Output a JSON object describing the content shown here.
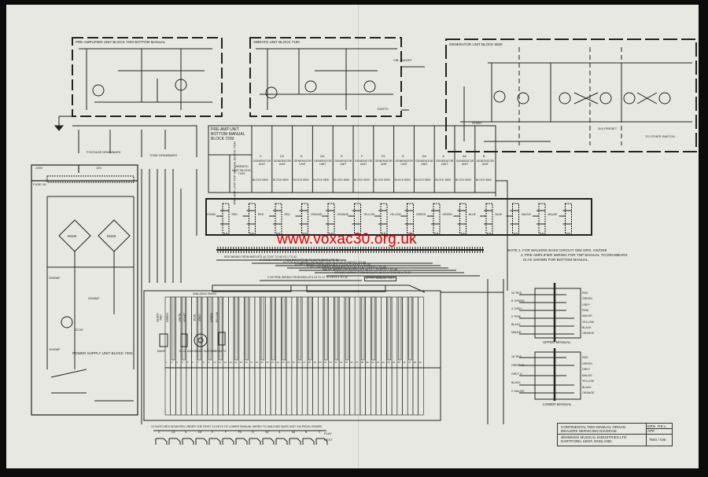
{
  "watermark": "www.voxac30.org.uk",
  "blocks": {
    "preamp": "PRE-AMPLIFIER UNIT BLOCK 7200 BOTTOM MANUAL",
    "vibrato": "VIBRATO UNIT BLOCK 7100",
    "generator": "GENERATOR UNIT BLOCK 6500",
    "preamp_bottom": "PRE-AMP UNIT BOTTOM MANUAL BLOCK 7200",
    "preamp_top": "PRE-AMP UNIT TOP MANUAL BLOCK 7200",
    "vibrato_unit": "VIBRATO UNIT BLOCK 7100",
    "power_supply": "POWER SUPPLY UNIT BLOCK 7300",
    "footage_drawbars": "FOOTAGE DRAWBARS",
    "tone_drawbars": "TONE DRAWBARS",
    "vib_on_off": "VIB. ON/OFF",
    "earth": "EARTH",
    "to_other_switches": "TO OTHER SWITCH...",
    "preset": "2K0 PRESET",
    "start": "START"
  },
  "generator_units": [
    {
      "note": "C",
      "label": "GENERATOR UNIT",
      "block": "BLOCK 6500"
    },
    {
      "note": "C#",
      "label": "GENERATOR UNIT",
      "block": "BLOCK 6500"
    },
    {
      "note": "D",
      "label": "GENERATOR UNIT",
      "block": "BLOCK 6500"
    },
    {
      "note": "D#",
      "label": "GENERATOR UNIT",
      "block": "BLOCK 6500"
    },
    {
      "note": "E",
      "label": "GENERATOR UNIT",
      "block": "BLOCK 6500"
    },
    {
      "note": "F",
      "label": "GENERATOR UNIT",
      "block": "BLOCK 6500"
    },
    {
      "note": "F#",
      "label": "GENERATOR UNIT",
      "block": "BLOCK 6500"
    },
    {
      "note": "G",
      "label": "GENERATOR UNIT",
      "block": "BLOCK 6500"
    },
    {
      "note": "G#",
      "label": "GENERATOR UNIT",
      "block": "BLOCK 6500"
    },
    {
      "note": "A",
      "label": "GENERATOR UNIT",
      "block": "BLOCK 6500"
    },
    {
      "note": "A#",
      "label": "GENERATOR UNIT",
      "block": "BLOCK 6500"
    },
    {
      "note": "B",
      "label": "GENERATOR UNIT",
      "block": "BLOCK 6500"
    }
  ],
  "drawbars": [
    "BROWN",
    "RED",
    "RED",
    "RED",
    "ORANGE",
    "ORANGE",
    "YELLOW",
    "YELLOW",
    "GREEN",
    "GREEN",
    "BLUE",
    "BLUE",
    "MAUVE",
    "MAUVE"
  ],
  "notes": [
    "NOTE 1. FOR WALKING BASS CIRCUIT SEE DRG. OS/OR5",
    "2. PRE-AMPLIFIER WIRING FOR TOP MANUAL TO DRAWBARS",
    "IS AS SHOWN FOR BOTTOM MANUAL."
  ],
  "wiring": [
    "RED WIRING FROM BISCUITS 44 TO B7 TO KEYS 1 TO 42",
    "8' GREEN WIRING FROM BISCUITS 25 TO 48 TO KEYS 1 TO 48",
    "5 1/3' BLACK WIRING FROM BISCUITS 30 TO 10 TO KEYS 1 TO 48",
    "4' GREY WIRING FROM BISCUITS 37 TO A TO KEYS 1 TO 48",
    "2' YELLOW WIRING FROM BISCUITS 49 TO B TO KEYS 1 TO 44",
    "MAUVE WIRING FROM BISCUITS 44 TO 1 TO KEYS 1 TO 44",
    "ORANGE WIRING FROM BISCUITS 26 TO A TO KEYS 1 TO 37",
    "2 2/3' PINK WIRING FROM BISCUITS 23 TO 17 TO KEYS 1 TO 40",
    "UPPER MANUAL ONLY"
  ],
  "walking_bass": {
    "title": "WALKING BASS",
    "wires": [
      "BLACK",
      "RED",
      "GREEN",
      "WHITE",
      "VIOLET",
      "BLUE",
      "GREY",
      "GREEN",
      "YELLOW"
    ],
    "switches": [
      "MANS",
      "B.I.G. BASS",
      "BASS SUSTAIN",
      "VIBRATO"
    ]
  },
  "keys": [
    "1",
    "2",
    "3",
    "4",
    "5",
    "6",
    "7",
    "8",
    "9",
    "10",
    "11",
    "12",
    "13",
    "14",
    "15",
    "16",
    "17",
    "18",
    "19",
    "20",
    "21",
    "22",
    "23",
    "24",
    "25",
    "26",
    "27",
    "28",
    "29",
    "30",
    "31",
    "32",
    "33",
    "34",
    "35",
    "36",
    "37",
    "38",
    "39",
    "40",
    "41",
    "42",
    "43",
    "44",
    "45",
    "46",
    "47",
    "48",
    "49"
  ],
  "upper_manual": {
    "title": "UPPER MANUAL",
    "left": [
      "16' RED",
      "8' GREEN",
      "4' GREY",
      "2' PINK",
      "BLACK",
      "MAUVE"
    ],
    "right": [
      "RED",
      "GREEN",
      "GREY",
      "PINK",
      "MAUVE",
      "YELLOW",
      "BLACK",
      "ORANGE"
    ]
  },
  "lower_manual": {
    "title": "LOWER MANUAL",
    "left": [
      "16' RED",
      "GREEN 8'",
      "GREY 4'",
      "BLACK",
      "2' MAUVE"
    ],
    "right": [
      "RED",
      "GREEN",
      "GREY",
      "MAUVE",
      "YELLOW",
      "BLACK",
      "ORANGE"
    ]
  },
  "pedal": {
    "caption": "13 SWITCHES MOUNTED UNDER THE FIRST 13 KEYS OF LOWER MANUAL WIRED TO WALKING BASS UNIT VIA PEDAL BOARD",
    "notes": [
      "C",
      "C#",
      "D",
      "D#",
      "E",
      "F",
      "F#",
      "G",
      "G#",
      "A",
      "A#",
      "B",
      "C"
    ],
    "play": "PLAY",
    "rest": "REST"
  },
  "power": {
    "fuse": "FUSE 2A",
    "v1": "230V",
    "v2": "15V",
    "m1": "M160",
    "m2": "M160",
    "c1": "2000µF",
    "c2": "2000µF",
    "c3": "1000µF",
    "tr": "OC28"
  },
  "title_block": {
    "line1": "CONTINENTAL TWO MANUAL ORGAN",
    "line2": "DEALERS SERVICING DIAGRAM",
    "line3": "JENNINGS MUSICAL INDUSTRIES LTD",
    "line4": "DARTFORD, KENT, ENGLAND.",
    "drn_label": "DRN",
    "drn_value": "P.E.L.",
    "app_label": "APP",
    "drawing_no": "TMO / OI5"
  },
  "colors": {
    "paper": "#e8e8e3",
    "ink": "#222222",
    "watermark": "#e00000",
    "background": "#0c0c0c"
  }
}
